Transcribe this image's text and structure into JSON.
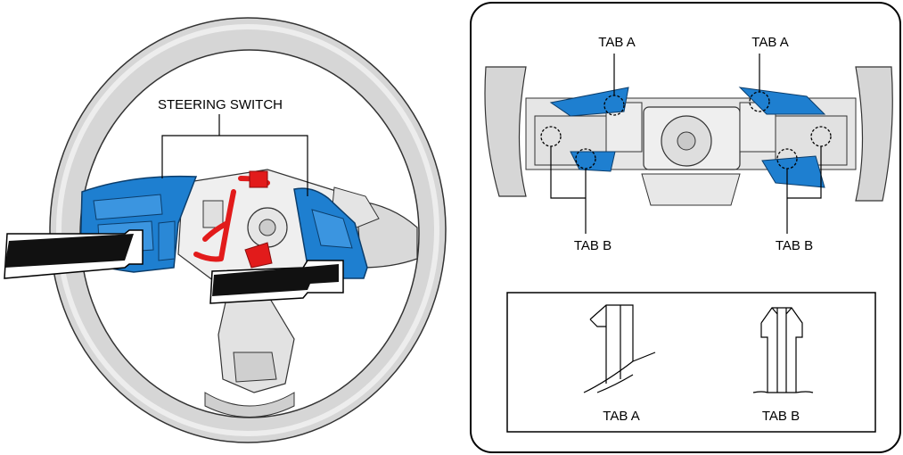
{
  "left_diagram": {
    "label": "STEERING SWITCH"
  },
  "right_panel": {
    "tab_a_left": "TAB A",
    "tab_a_right": "TAB A",
    "tab_b_left": "TAB B",
    "tab_b_right": "TAB B"
  },
  "detail_box": {
    "tab_a": "TAB A",
    "tab_b": "TAB B"
  },
  "colors": {
    "switch_blue": "#1e7fd0",
    "harness_red": "#e21b1b",
    "wheel_gray": "#d9d9d9",
    "outline": "#000000"
  }
}
